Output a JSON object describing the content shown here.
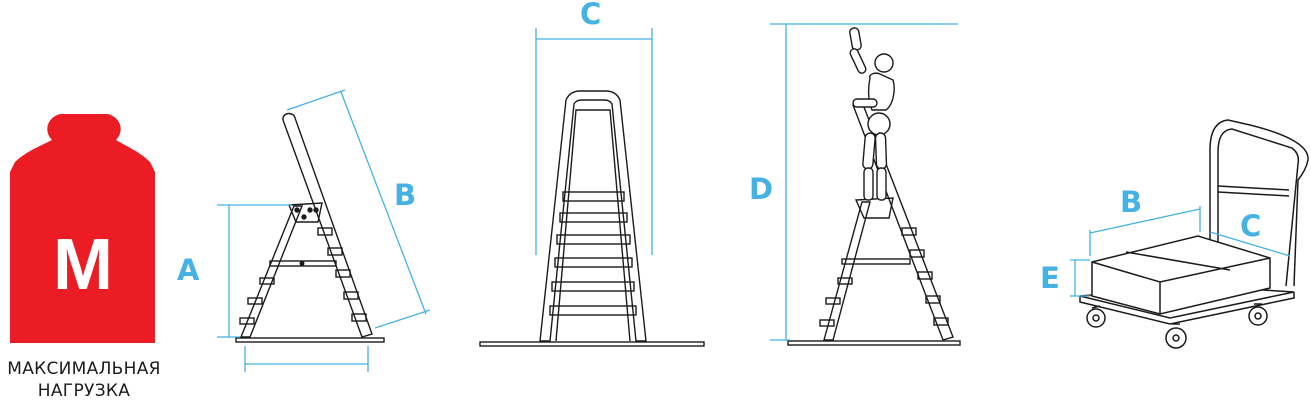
{
  "weight_badge": {
    "letter": "M",
    "color": "#ec1c24",
    "caption_line1": "МАКСИМАЛЬНАЯ",
    "caption_line2": "НАГРУЗКА"
  },
  "dimension_labels": {
    "a": "A",
    "b": "B",
    "c": "C",
    "d": "D",
    "cart_b": "B",
    "cart_c": "C",
    "cart_e": "E"
  },
  "colors": {
    "dimension": "#45b2e3",
    "outline": "#1b1b1b"
  }
}
